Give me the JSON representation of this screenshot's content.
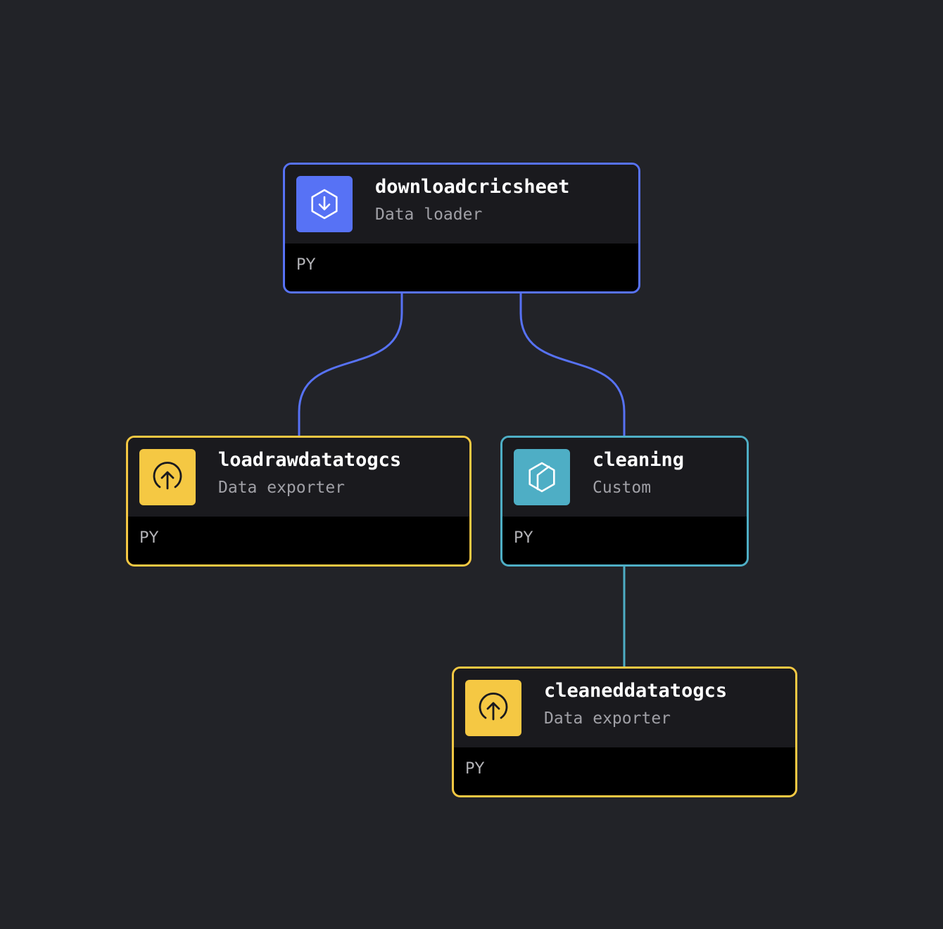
{
  "colors": {
    "background": "#222328",
    "data_loader": "#5772F5",
    "data_exporter": "#F5C843",
    "custom": "#4EAEC5"
  },
  "nodes": {
    "downloadcricsheet": {
      "title": "downloadcricsheet",
      "type": "Data loader",
      "lang": "PY",
      "icon": "download-icon"
    },
    "loadrawdatatogcs": {
      "title": "loadrawdatatogcs",
      "type": "Data exporter",
      "lang": "PY",
      "icon": "upload-icon"
    },
    "cleaning": {
      "title": "cleaning",
      "type": "Custom",
      "lang": "PY",
      "icon": "cube-icon"
    },
    "cleaneddatatogcs": {
      "title": "cleaneddatatogcs",
      "type": "Data exporter",
      "lang": "PY",
      "icon": "upload-icon"
    }
  },
  "edges": [
    {
      "from": "downloadcricsheet",
      "to": "loadrawdatatogcs"
    },
    {
      "from": "downloadcricsheet",
      "to": "cleaning"
    },
    {
      "from": "cleaning",
      "to": "cleaneddatatogcs"
    }
  ]
}
